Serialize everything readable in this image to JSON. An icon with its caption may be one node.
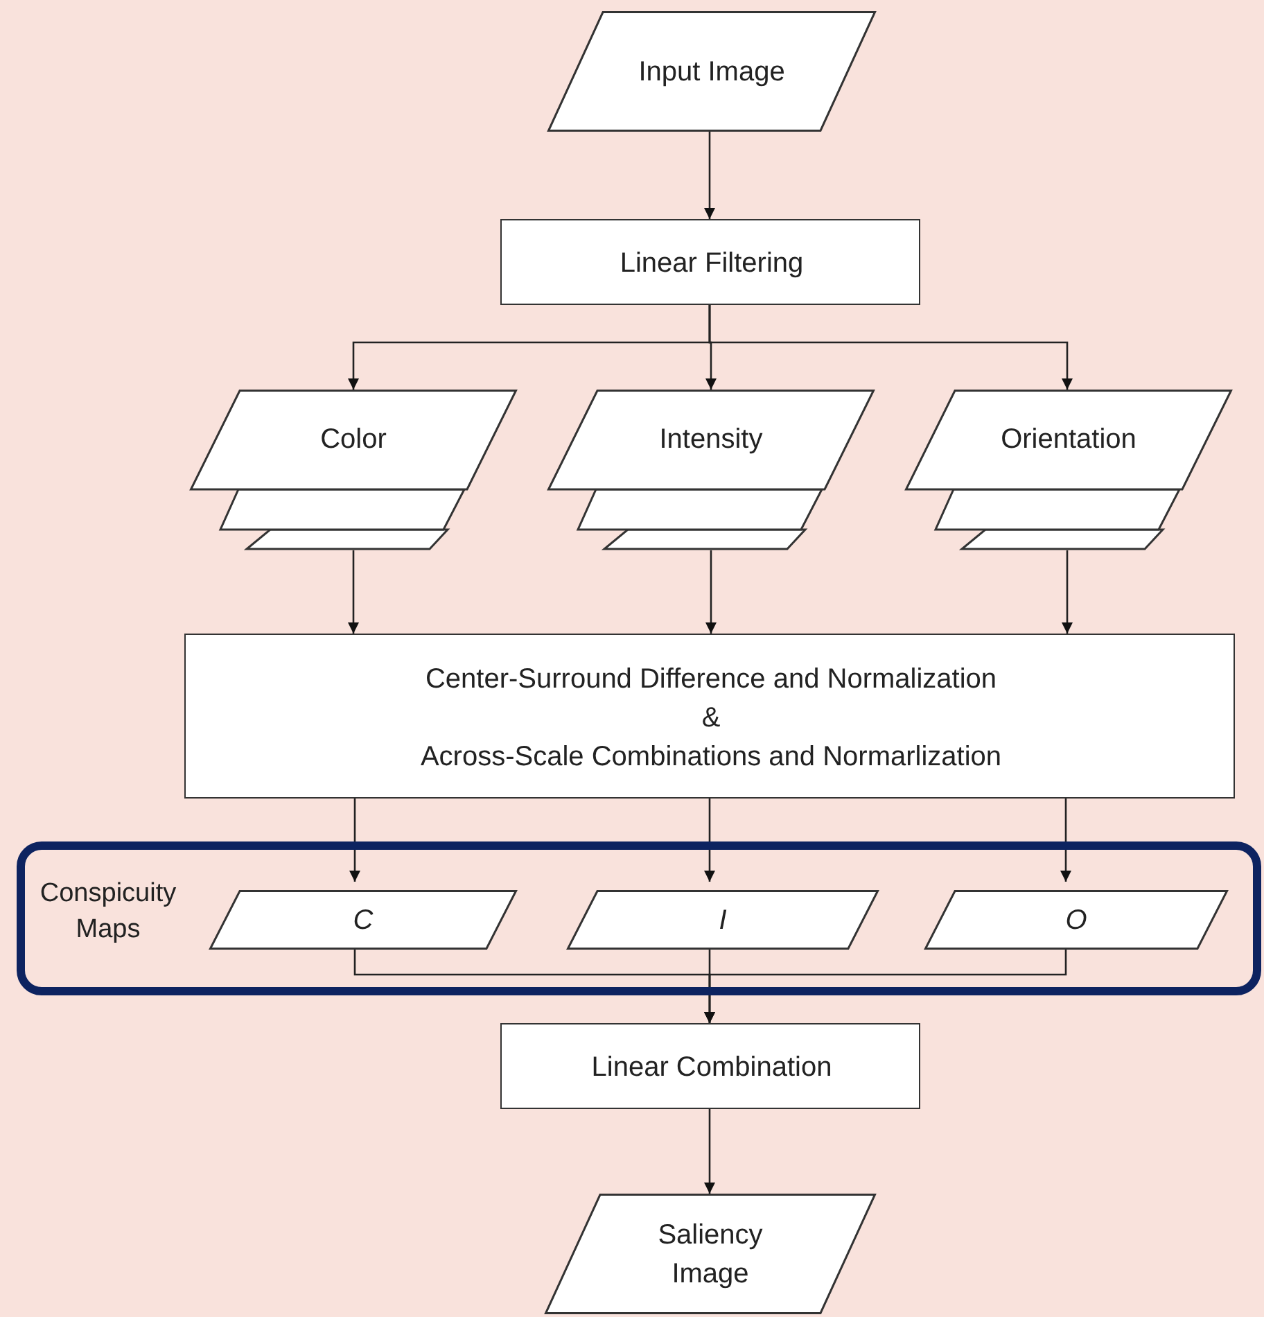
{
  "diagram": {
    "nodes": [
      {
        "text": [
          "Input Image"
        ]
      },
      {
        "text": [
          "Linear Filtering"
        ]
      },
      {
        "text": [
          "Color"
        ]
      },
      {
        "text": [
          "Intensity"
        ]
      },
      {
        "text": [
          "Orientation"
        ]
      },
      {
        "text": [
          "Center-Surround Difference and Normalization",
          "&",
          "Across-Scale Combinations and Normarlization"
        ]
      },
      {
        "text": [
          "Conspicuity Maps"
        ]
      },
      {
        "text": [
          "C"
        ],
        "in": 6
      },
      {
        "text": [
          "I"
        ],
        "in": 6
      },
      {
        "text": [
          "O"
        ],
        "in": 6
      },
      {
        "text": [
          "Linear Combination"
        ]
      },
      {
        "text": [
          "Saliency Image"
        ]
      }
    ],
    "edges": [
      {
        "from": 0,
        "to": 1,
        "arrow": "to"
      },
      {
        "from": 1,
        "to": 2,
        "arrow": "to"
      },
      {
        "from": 1,
        "to": 3,
        "arrow": "to"
      },
      {
        "from": 1,
        "to": 4,
        "arrow": "to"
      },
      {
        "from": 2,
        "to": 5,
        "arrow": "to"
      },
      {
        "from": 3,
        "to": 5,
        "arrow": "to"
      },
      {
        "from": 4,
        "to": 5,
        "arrow": "to"
      },
      {
        "from": 5,
        "to": 7,
        "arrow": "to"
      },
      {
        "from": 5,
        "to": 8,
        "arrow": "to"
      },
      {
        "from": 5,
        "to": 9,
        "arrow": "to"
      },
      {
        "from": 7,
        "to": 10,
        "arrow": "to"
      },
      {
        "from": 8,
        "to": 10,
        "arrow": "to"
      },
      {
        "from": 9,
        "to": 10,
        "arrow": "to"
      },
      {
        "from": 10,
        "to": 11,
        "arrow": "to"
      }
    ]
  }
}
